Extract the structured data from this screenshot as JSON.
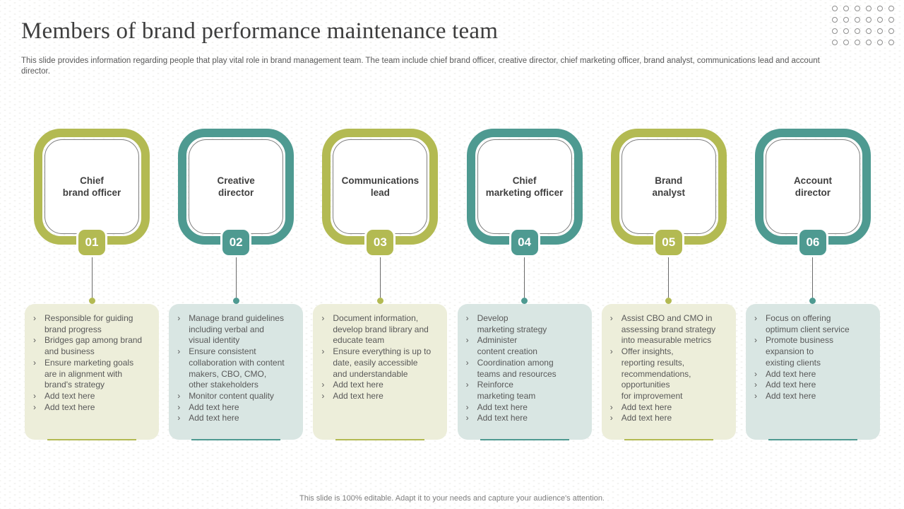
{
  "slide": {
    "title": "Members of brand performance maintenance team",
    "subtitle": "This slide provides information regarding people that play vital role in brand management team. The team include chief brand officer, creative director, chief marketing officer, brand analyst, communications lead and account director.",
    "footer": "This slide is 100% editable. Adapt it to your needs and capture your audience's attention."
  },
  "colors": {
    "olive": "#b3ba52",
    "olive_box_bg": "#edeeda",
    "teal": "#4e9a91",
    "teal_box_bg": "#d9e6e3",
    "title_text": "#3d3d3d",
    "body_text": "#595959"
  },
  "bullet_marker": "›",
  "decor": {
    "dot_grid_rows": 4,
    "dot_grid_cols": 6
  },
  "members": [
    {
      "number": "01",
      "theme": "olive",
      "role": "Chief\nbrand officer",
      "bullets": [
        "Responsible for guiding\nbrand progress",
        "Bridges gap among brand\nand business",
        "Ensure marketing goals\nare in alignment with\nbrand's strategy",
        "Add text here",
        "Add text here"
      ]
    },
    {
      "number": "02",
      "theme": "teal",
      "role": "Creative\ndirector",
      "bullets": [
        "Manage brand guidelines\nincluding verbal and\nvisual identity",
        "Ensure consistent\ncollaboration with content\nmakers, CBO, CMO,\nother stakeholders",
        "Monitor content quality",
        "Add text here",
        "Add text here"
      ]
    },
    {
      "number": "03",
      "theme": "olive",
      "role": "Communications\nlead",
      "bullets": [
        "Document information,\ndevelop brand library and\neducate team",
        "Ensure everything is up to\ndate, easily accessible\nand understandable",
        "Add text here",
        "Add text here"
      ]
    },
    {
      "number": "04",
      "theme": "teal",
      "role": "Chief\nmarketing officer",
      "bullets": [
        "Develop\nmarketing strategy",
        "Administer\ncontent creation",
        "Coordination among\nteams and resources",
        "Reinforce\nmarketing team",
        "Add text here",
        "Add text here"
      ]
    },
    {
      "number": "05",
      "theme": "olive",
      "role": "Brand\nanalyst",
      "bullets": [
        "Assist CBO and CMO in\nassessing brand strategy\ninto measurable metrics",
        "Offer insights,\nreporting results,\nrecommendations,\nopportunities\nfor improvement",
        "Add text here",
        "Add text here"
      ]
    },
    {
      "number": "06",
      "theme": "teal",
      "role": "Account\ndirector",
      "bullets": [
        "Focus on offering\noptimum client service",
        "Promote business\nexpansion to\nexisting clients",
        "Add text here",
        "Add text here",
        "Add text here"
      ]
    }
  ]
}
